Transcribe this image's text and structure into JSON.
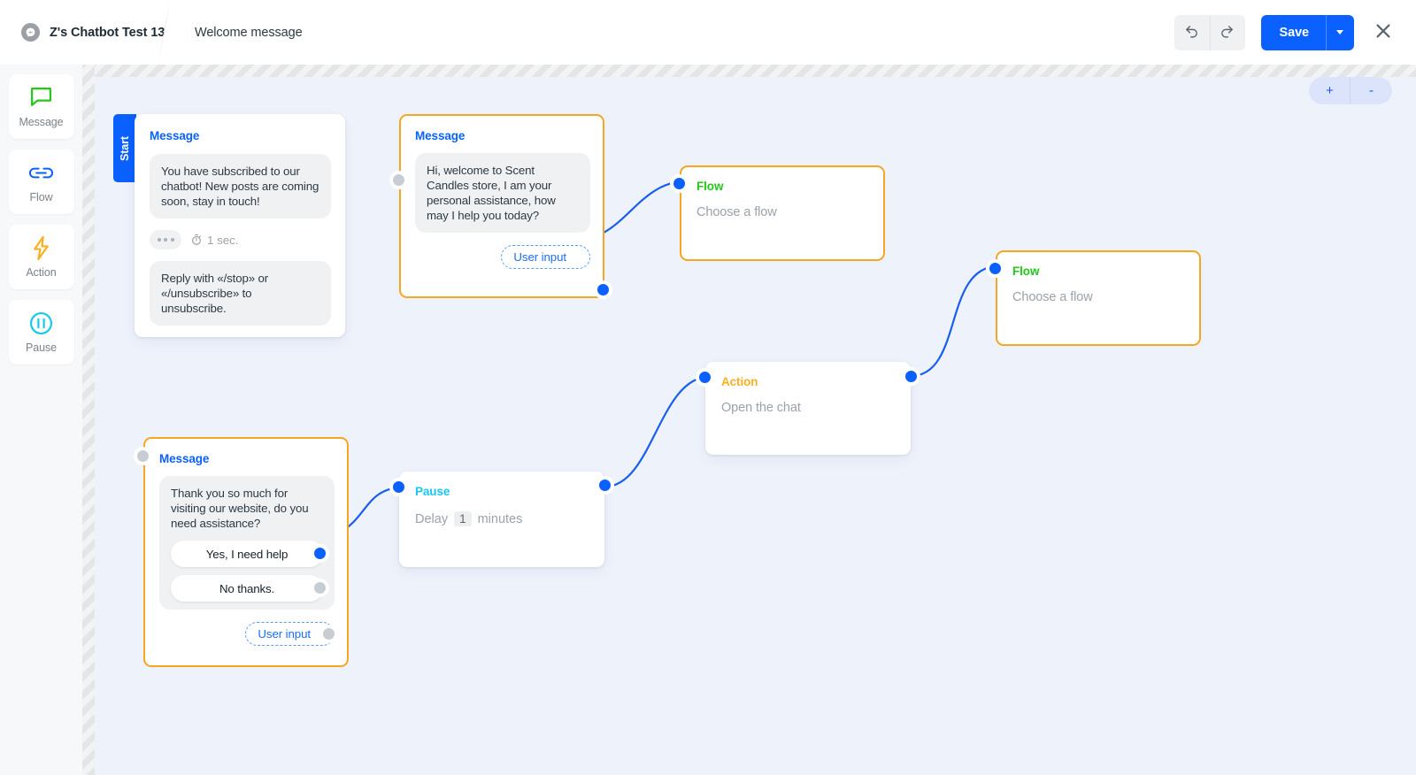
{
  "header": {
    "brand_icon": "messenger-icon",
    "brand_title": "Z's Chatbot Test 13",
    "breadcrumb": "Welcome message",
    "undo_icon": "undo-arrow-icon",
    "redo_icon": "redo-arrow-icon",
    "save_label": "Save",
    "save_caret_icon": "chevron-down-icon",
    "close_icon": "close-x-icon"
  },
  "sidebar": {
    "items": [
      {
        "label": "Message",
        "icon": "speech-bubble-icon",
        "color": "#22c914"
      },
      {
        "label": "Flow",
        "icon": "chain-link-icon",
        "color": "#0a61ff"
      },
      {
        "label": "Action",
        "icon": "lightning-bolt-icon",
        "color": "#f9b01e"
      },
      {
        "label": "Pause",
        "icon": "pause-circle-icon",
        "color": "#16c8f0"
      }
    ]
  },
  "canvas": {
    "zoom_in_label": "+",
    "zoom_out_label": "-"
  },
  "nodes": {
    "start": {
      "tab_label": "Start",
      "title": "Message",
      "bubble_1": "You have subscribed to our chatbot! New posts are coming soon, stay in touch!",
      "typing_dots": "•••",
      "timer_label": "1 sec.",
      "bubble_2": "Reply with «/stop» or «/unsubscribe» to unsubscribe."
    },
    "welcome": {
      "title": "Message",
      "bubble_1": "Hi, welcome to Scent Candles store, I am your personal assistance, how may I help you today?",
      "user_input_label": "User input"
    },
    "flow1": {
      "title": "Flow",
      "placeholder": "Choose a flow"
    },
    "flow2": {
      "title": "Flow",
      "placeholder": "Choose a flow"
    },
    "action": {
      "title": "Action",
      "placeholder": "Open the chat"
    },
    "pause": {
      "title": "Pause",
      "delay_prefix": "Delay",
      "delay_value": "1",
      "delay_suffix": "minutes"
    },
    "assist": {
      "title": "Message",
      "bubble_1": "Thank you so much for visiting our website, do you need assistance?",
      "reply_1": "Yes, I need help",
      "reply_2": "No thanks.",
      "user_input_label": "User input"
    }
  },
  "colors": {
    "accent_blue": "#0a61ff",
    "selected_border": "#f5a623",
    "canvas_bg": "#eef2fb",
    "edge": "#1a5ef0"
  }
}
